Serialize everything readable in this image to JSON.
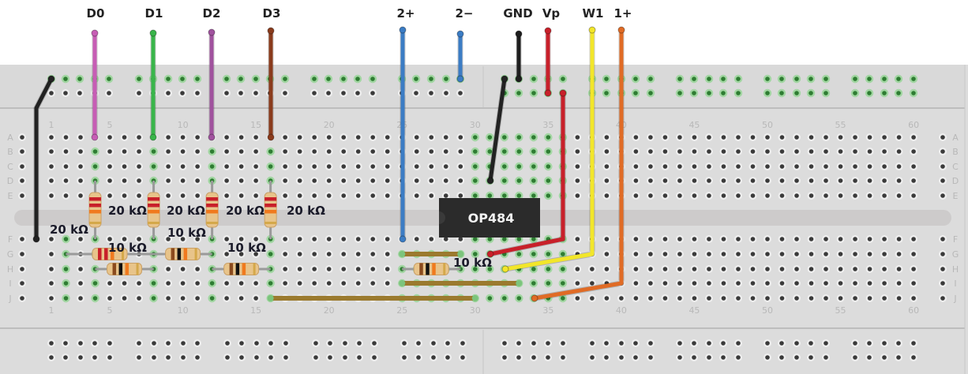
{
  "pin_labels": [
    {
      "text": "D0",
      "color": "#c75db5"
    },
    {
      "text": "D1",
      "color": "#39b54a"
    },
    {
      "text": "D2",
      "color": "#a0529e"
    },
    {
      "text": "D3",
      "color": "#8a3b1c"
    },
    {
      "text": "2+",
      "color": "#3b7cc4"
    },
    {
      "text": "2−",
      "color": "#3b7cc4"
    },
    {
      "text": "GND",
      "color": "#1e1e1e"
    },
    {
      "text": "Vp",
      "color": "#c8202a"
    },
    {
      "text": "W1",
      "color": "#f2e62a"
    },
    {
      "text": "1+",
      "color": "#e06b25"
    }
  ],
  "breadboard": {
    "columns": 60,
    "column_number_labels": [
      "1",
      "5",
      "10",
      "15",
      "20",
      "25",
      "30",
      "35",
      "40",
      "45",
      "50",
      "55",
      "60"
    ],
    "rows_top": [
      "A",
      "B",
      "C",
      "D",
      "E"
    ],
    "rows_bottom": [
      "F",
      "G",
      "H",
      "I",
      "J"
    ]
  },
  "chip": {
    "label": "OP484"
  },
  "resistors": [
    {
      "value": "20 kΩ",
      "orientation": "vertical"
    },
    {
      "value": "20 kΩ",
      "orientation": "vertical"
    },
    {
      "value": "20 kΩ",
      "orientation": "vertical"
    },
    {
      "value": "20 kΩ",
      "orientation": "vertical"
    },
    {
      "value": "20 kΩ",
      "orientation": "horizontal"
    },
    {
      "value": "10 kΩ",
      "orientation": "horizontal"
    },
    {
      "value": "10 kΩ",
      "orientation": "horizontal"
    },
    {
      "value": "10 kΩ",
      "orientation": "horizontal"
    },
    {
      "value": "10 kΩ",
      "orientation": "horizontal"
    }
  ],
  "colors": {
    "board": "#dcdcdc",
    "hole": "#3a3a3a",
    "hole_active": "#2e7d32",
    "hole_glow": "#8fd48f",
    "chip": "#2b2b2b",
    "bridge_wire": "#9b7a2e",
    "black_wire": "#222222"
  }
}
